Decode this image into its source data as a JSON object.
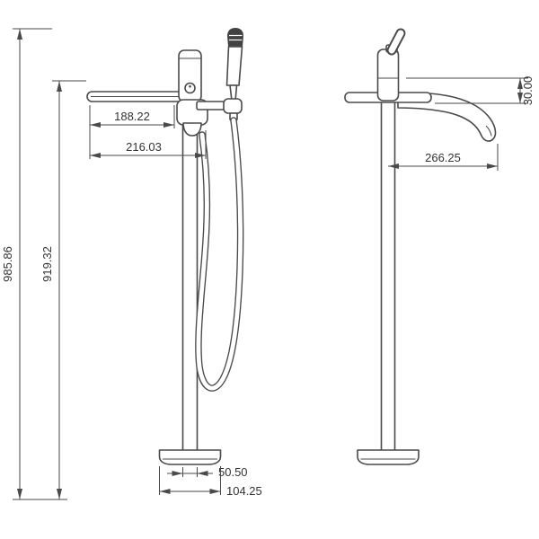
{
  "drawing": {
    "background_color": "#ffffff",
    "line_color": "#4a4a4a",
    "text_color": "#333333",
    "dims": {
      "overall_height": "985.86",
      "riser_height": "919.32",
      "handle_length": "188.22",
      "front_width": "216.03",
      "riser_width": "50.50",
      "base_width": "104.25",
      "spout_height_drop": "30.00",
      "spout_reach": "266.25"
    }
  }
}
